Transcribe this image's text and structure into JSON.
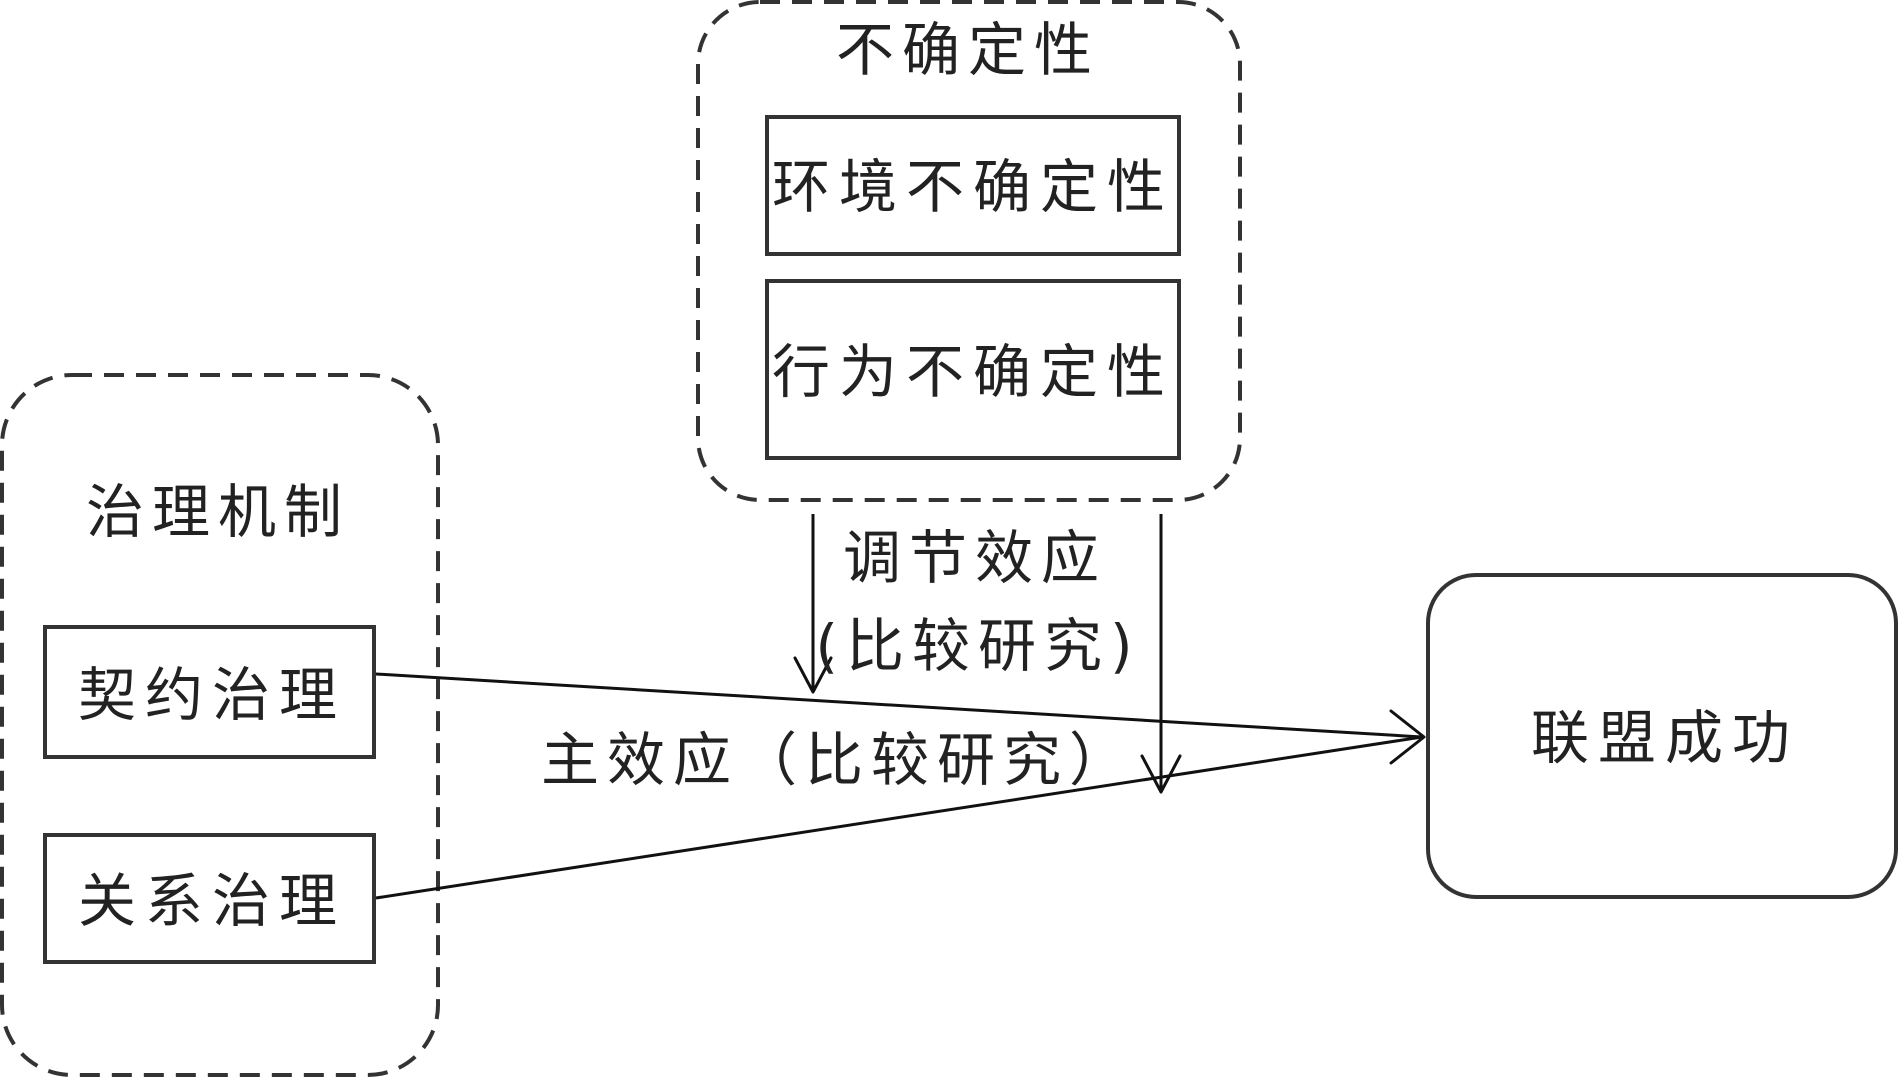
{
  "uncertainty_group": {
    "title": "不确定性",
    "environment": "环境不确定性",
    "behavior": "行为不确定性"
  },
  "governance_group": {
    "title": "治理机制",
    "contract": "契约治理",
    "relational": "关系治理"
  },
  "outcome": {
    "label": "联盟成功"
  },
  "labels": {
    "moderation_line1": "调节效应",
    "moderation_line2": "(比较研究)",
    "main_effect": "主效应（比较研究）"
  }
}
